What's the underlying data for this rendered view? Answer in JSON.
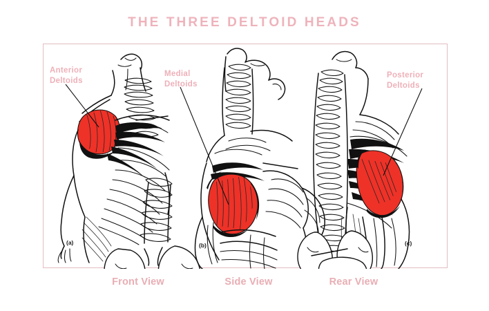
{
  "page": {
    "title": "THE THREE DELTOID HEADS",
    "background_color": "#ffffff"
  },
  "theme": {
    "title_pink": "#eeb3bb",
    "label_pink": "#eeb0b8",
    "caption_pink": "#e8aeb4",
    "border_pink": "#e3bcc0",
    "muscle_red": "#ee3228",
    "ink_black": "#1a1a1a"
  },
  "panel": {
    "border_color": "#e3bcc0",
    "figures": [
      {
        "id": "front-view",
        "letter": "(a)",
        "caption": "Front View",
        "callout_label": "Anterior\nDeltoids",
        "callout_line1": "Anterior",
        "callout_line2": "Deltoids",
        "highlighted_muscle": "anterior deltoid",
        "highlight_color": "#ee3228"
      },
      {
        "id": "side-view",
        "letter": "(b)",
        "caption": "Side View",
        "callout_label": "Medial\nDeltoids",
        "callout_line1": "Medial",
        "callout_line2": "Deltoids",
        "highlighted_muscle": "medial deltoid",
        "highlight_color": "#ee3228"
      },
      {
        "id": "rear-view",
        "letter": "(c)",
        "caption": "Rear View",
        "callout_label": "Posterior\nDeltoids",
        "callout_line1": "Posterior",
        "callout_line2": "Deltoids",
        "highlighted_muscle": "posterior deltoid",
        "highlight_color": "#ee3228"
      }
    ]
  }
}
